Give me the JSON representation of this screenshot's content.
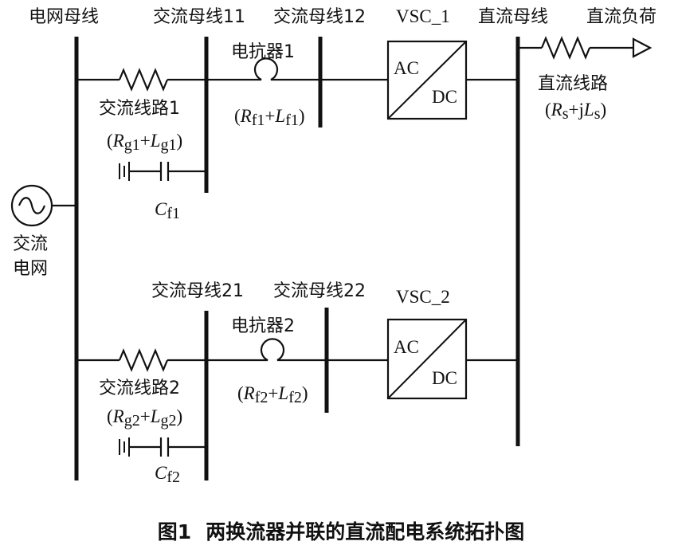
{
  "labels": {
    "grid_bus": "电网母线",
    "ac_bus11": "交流母线11",
    "ac_bus12": "交流母线12",
    "vsc1": "VSC_1",
    "dc_bus": "直流母线",
    "dc_load": "直流负荷",
    "reactor1": "电抗器1",
    "reactor1_param": [
      "(",
      "R",
      "f1",
      "+",
      "L",
      "f1",
      ")"
    ],
    "ac_line1": "交流线路1",
    "ac_line1_param": [
      "(",
      "R",
      "g1",
      "+",
      "L",
      "g1",
      ")"
    ],
    "cap1": [
      "C",
      "f1"
    ],
    "dc_line": "直流线路",
    "dc_line_param": [
      "(",
      "R",
      "s",
      "+j",
      "L",
      "s",
      ")"
    ],
    "ac_grid_line1": "交流",
    "ac_grid_line2": "电网",
    "ac_bus21": "交流母线21",
    "ac_bus22": "交流母线22",
    "vsc2": "VSC_2",
    "reactor2": "电抗器2",
    "reactor2_param": [
      "(",
      "R",
      "f2",
      "+",
      "L",
      "f2",
      ")"
    ],
    "ac_line2": "交流线路2",
    "ac_line2_param": [
      "(",
      "R",
      "g2",
      "+",
      "L",
      "g2",
      ")"
    ],
    "cap2": [
      "C",
      "f2"
    ],
    "conv_ac": "AC",
    "conv_dc": "DC"
  },
  "caption": {
    "num": "图1",
    "text": "两换流器并联的直流配电系统拓扑图"
  }
}
